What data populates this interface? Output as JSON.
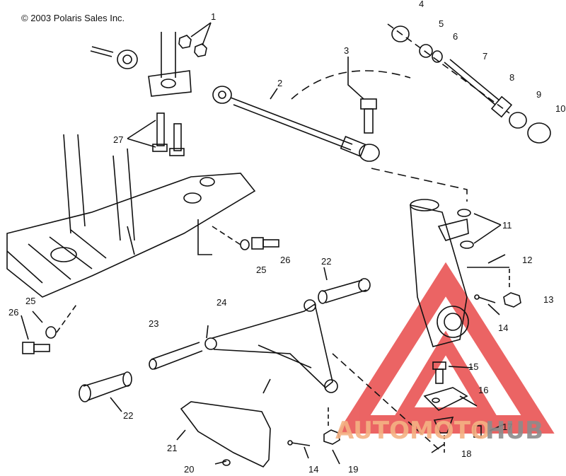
{
  "copyright": "© 2003 Polaris Sales Inc.",
  "callouts": [
    "1",
    "2",
    "3",
    "4",
    "5",
    "6",
    "7",
    "8",
    "9",
    "10",
    "11",
    "12",
    "13",
    "14",
    "14",
    "15",
    "16",
    "17",
    "18",
    "19",
    "20",
    "21",
    "22",
    "22",
    "23",
    "24",
    "25",
    "25",
    "26",
    "26",
    "27"
  ],
  "watermark": {
    "part1": "AUTOMOTO",
    "part2": "HUB",
    "color_part1": "#f4b183",
    "color_part2": "#8c8c8c",
    "triangle_color": "#e84a4a"
  },
  "colors": {
    "ink": "#111111",
    "paper": "#ffffff"
  }
}
